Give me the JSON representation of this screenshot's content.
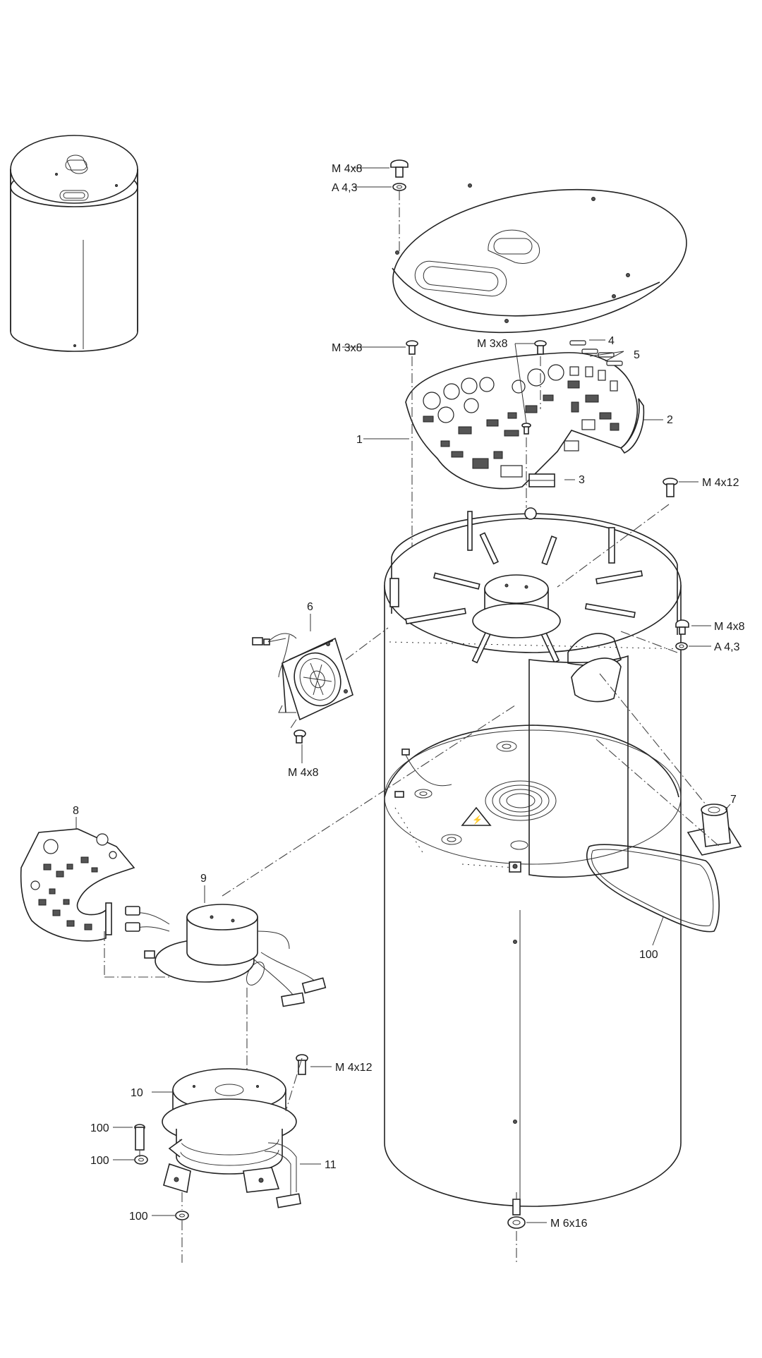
{
  "labels": {
    "screw_top": "M 4x8",
    "washer_top": "A 4,3",
    "screw_left_board": "M 3x8",
    "screw_mid_board": "M 3x8",
    "part_4": "4",
    "part_5": "5",
    "part_1": "1",
    "part_2": "2",
    "part_3": "3",
    "screw_m4x12_right": "M 4x12",
    "screw_m4x8_right": "M 4x8",
    "washer_right": "A 4,3",
    "part_6": "6",
    "screw_m4x8_fan": "M 4x8",
    "part_7": "7",
    "part_8": "8",
    "part_9": "9",
    "part_100_belt": "100",
    "part_10": "10",
    "screw_m4x12_bottom": "M 4x12",
    "part_100_a": "100",
    "part_11": "11",
    "part_100_b": "100",
    "part_100_c": "100",
    "screw_m6x16": "M 6x16"
  }
}
